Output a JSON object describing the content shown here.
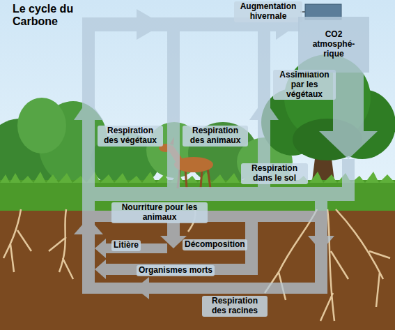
{
  "diagram": {
    "title": "Le cycle du Carbone",
    "nodes": [
      {
        "text": [
          "CO2 atmosphé-rique"
        ]
      }
    ],
    "labels": [
      "Augmentation hivernale",
      "Assimilation par les végétaux",
      "Respiration des végétaux",
      "Respiration des animaux",
      "Respiration dans le sol",
      "Nourriture pour les animaux",
      "Litière",
      "Décomposition",
      "Organismes morts",
      "Respiration des racines"
    ]
  }
}
